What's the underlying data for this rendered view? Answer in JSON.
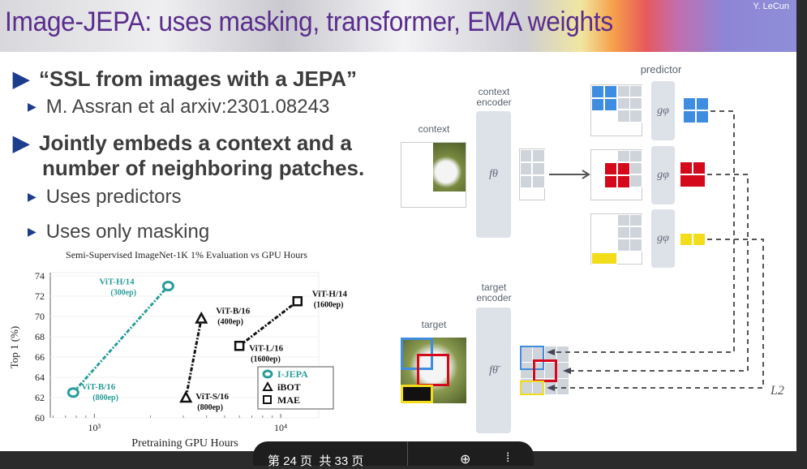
{
  "slide": {
    "title": "Image-JEPA: uses masking, transformer, EMA weights",
    "author": "Y. LeCun",
    "bullets": [
      {
        "level": 1,
        "text": "“SSL from images with a JEPA”"
      },
      {
        "level": 2,
        "text": "M. Assran et al arxiv:2301.08243"
      },
      {
        "level": 1,
        "text": "Jointly embeds a context and a"
      },
      {
        "level": 1,
        "text": "number of neighboring patches."
      },
      {
        "level": 2,
        "text": "Uses predictors"
      },
      {
        "level": 2,
        "text": "Uses only masking"
      }
    ],
    "bullet_icon": "triangle-right-icon"
  },
  "diagram": {
    "context": "context",
    "context_encoder": "context encoder",
    "target": "target",
    "target_encoder": "target encoder",
    "predictor": "predictor",
    "f_theta": "fθ",
    "f_theta_bar": "fθ̄",
    "g_phi": "gφ",
    "loss": "L2",
    "colors": {
      "blue": "#3f8de0",
      "red": "#d5091c",
      "yellow": "#f3dd1a",
      "gray": "#cfd4db"
    }
  },
  "chart_data": {
    "type": "scatter",
    "title": "Semi-Supervised ImageNet-1K 1% Evaluation vs GPU Hours",
    "xlabel": "Pretraining GPU Hours",
    "ylabel": "Top 1 (%)",
    "xscale": "log",
    "xlim": [
      580,
      16000
    ],
    "ylim": [
      60,
      74
    ],
    "xticks": [
      {
        "v": 1000,
        "label": "10³"
      },
      {
        "v": 10000,
        "label": "10⁴"
      }
    ],
    "yticks": [
      60,
      62,
      64,
      66,
      68,
      70,
      72,
      74
    ],
    "legend_position": "bottom-right",
    "series": [
      {
        "name": "I-JEPA",
        "marker": "circle",
        "color": "#2a9d9a",
        "points": [
          {
            "x": 770,
            "y": 62.5,
            "label": "ViT-B/16",
            "sub": "(800ep)"
          },
          {
            "x": 2490,
            "y": 73,
            "label": "ViT-H/14",
            "sub": "(300ep)"
          }
        ]
      },
      {
        "name": "iBOT",
        "marker": "triangle",
        "color": "#111111",
        "points": [
          {
            "x": 3100,
            "y": 62,
            "label": "ViT-S/16",
            "sub": "(800ep)"
          },
          {
            "x": 3750,
            "y": 69.8,
            "label": "ViT-B/16",
            "sub": "(400ep)"
          }
        ]
      },
      {
        "name": "MAE",
        "marker": "square",
        "color": "#111111",
        "points": [
          {
            "x": 6000,
            "y": 67.1,
            "label": "ViT-L/16",
            "sub": "(1600ep)"
          },
          {
            "x": 12300,
            "y": 71.5,
            "label": "ViT-H/14",
            "sub": "(1600ep)"
          }
        ]
      }
    ]
  },
  "toolbar": {
    "page_text": "第 24 页  共 33 页"
  }
}
